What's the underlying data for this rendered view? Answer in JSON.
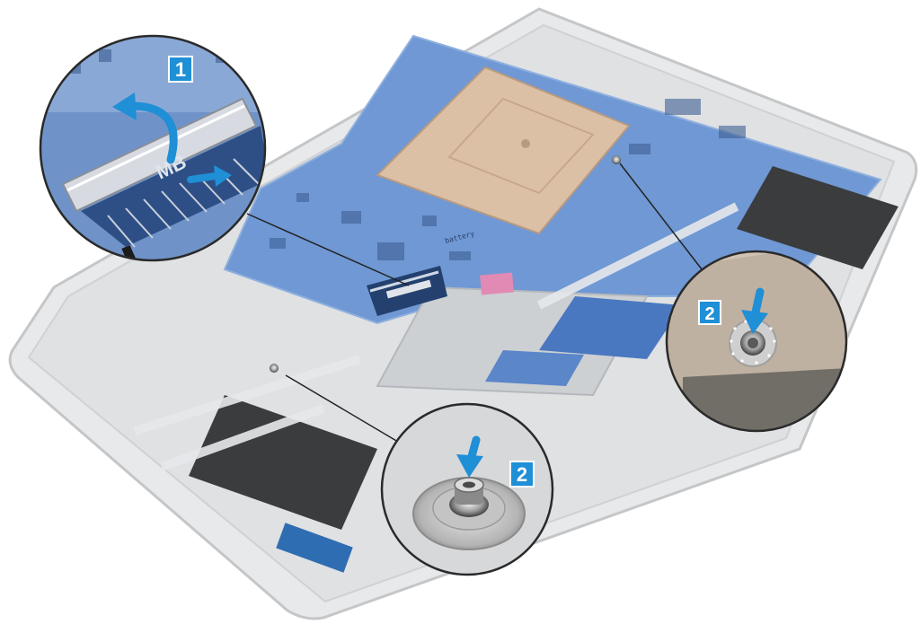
{
  "diagram": {
    "steps": [
      {
        "label": "1",
        "action": "lift-latch-and-disconnect"
      },
      {
        "label": "2",
        "action": "remove-screw"
      },
      {
        "label": "2",
        "action": "remove-screw"
      }
    ],
    "connector_label": "MB",
    "board_text": "battery",
    "colors": {
      "badge": "#1f8fd6",
      "arrow": "#1f8fd6",
      "board": "#5b8fd0",
      "heat_shield": "#d9bfa6",
      "chassis": "#d4d6d8",
      "callout_border": "#2a2a2a"
    },
    "icons": [
      "curved-arrow-icon",
      "arrow-right-icon",
      "arrow-down-icon",
      "screw-icon"
    ]
  }
}
